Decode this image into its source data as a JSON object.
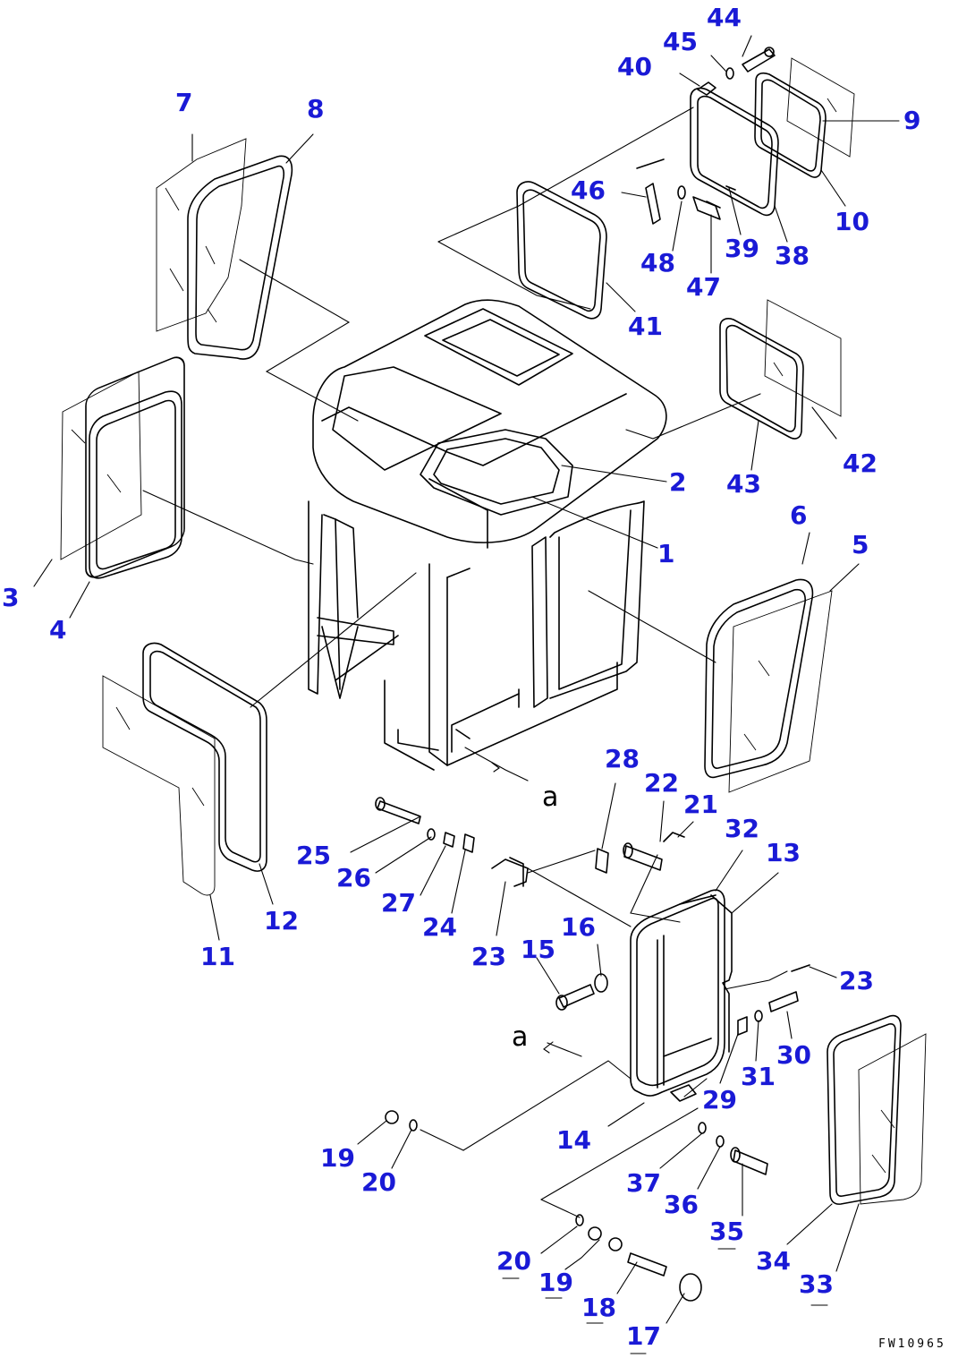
{
  "diagram": {
    "drawing_code": "FW10965",
    "view_marker": "a",
    "callouts": [
      "1",
      "2",
      "3",
      "4",
      "5",
      "6",
      "7",
      "8",
      "9",
      "10",
      "11",
      "12",
      "13",
      "14",
      "15",
      "16",
      "17",
      "18",
      "19",
      "20",
      "21",
      "22",
      "23",
      "24",
      "25",
      "26",
      "27",
      "28",
      "29",
      "30",
      "31",
      "32",
      "33",
      "34",
      "35",
      "36",
      "37",
      "38",
      "39",
      "40",
      "41",
      "42",
      "43",
      "44",
      "45",
      "46",
      "47",
      "48"
    ],
    "callouts_repeated": [
      "23",
      "19",
      "20"
    ]
  }
}
